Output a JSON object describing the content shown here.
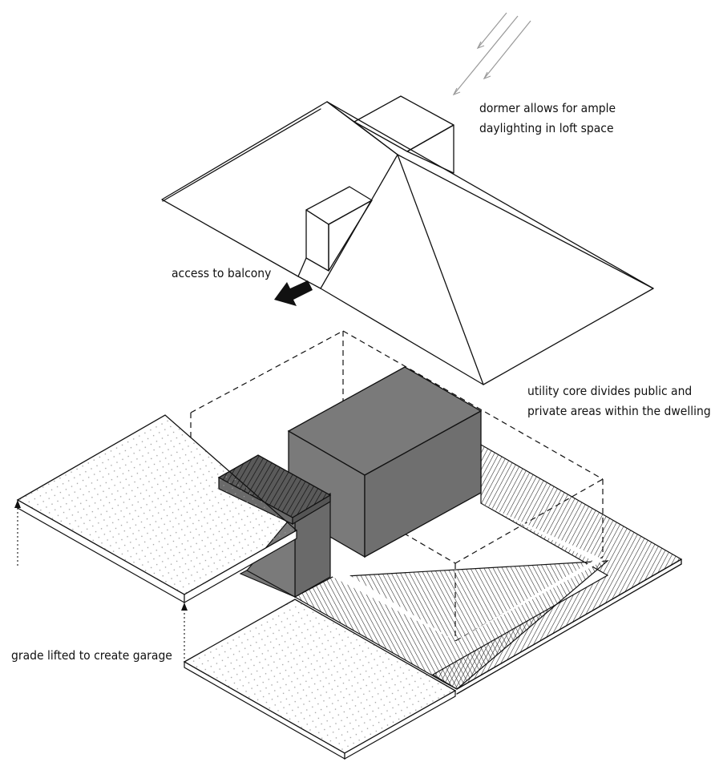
{
  "labels": {
    "dormer": [
      "dormer allows for ample",
      "daylighting in loft space"
    ],
    "balcony": "access to balcony",
    "utility_core": [
      "utility core divides public and",
      "private areas within the dwelling"
    ],
    "grade": "grade lifted to create garage"
  },
  "colors": {
    "ink": "#111111",
    "core_fill": "#7a7a7a",
    "core_side": "#6a6a6a",
    "stair_fill": "#5a5a5a",
    "deck_line": "#222222",
    "dot_pattern": "#9a9a9a",
    "sun_ray": "#9a9a9a",
    "background": "#ffffff"
  }
}
